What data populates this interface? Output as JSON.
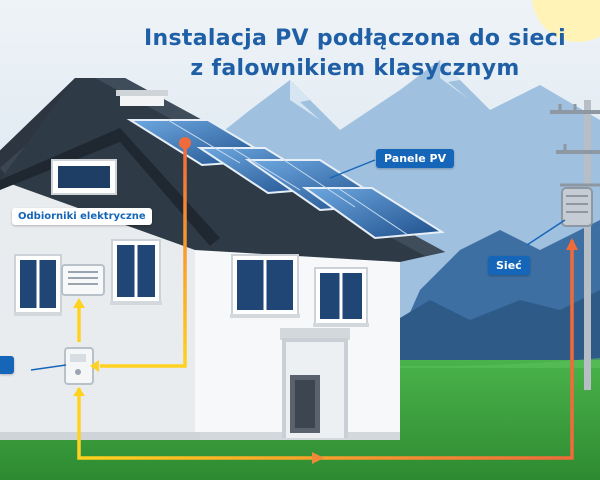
{
  "title": {
    "line1": "Instalacja PV podłączona do sieci",
    "line2": "z falownikiem klasycznym"
  },
  "labels": {
    "pv_panels": "Panele PV",
    "appliances": "Odbiorniki elektryczne",
    "grid": "Sieć",
    "inverter": ""
  },
  "colors": {
    "sky": "#dfe9f1",
    "mountain_far": "#8fb4d6",
    "mountain_near": "#3d6d9e",
    "grass": "#3aa13c",
    "roof": "#2d3640",
    "wall": "#f2f4f6",
    "label_blue": "#1565b8",
    "flow_dc": "#f06a3a",
    "flow_ac": "#ffd21f"
  }
}
